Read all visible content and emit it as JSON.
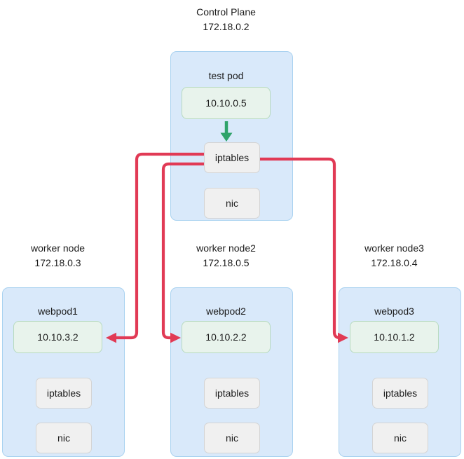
{
  "colors": {
    "node_fill": "#d9e9fa",
    "node_border": "#a9d2f0",
    "ip_fill": "#e8f3ec",
    "ip_border": "#b7dabf",
    "component_fill": "#f0f0f0",
    "component_border": "#d4d4d4",
    "flow_line_red": "#e13a55",
    "pod_arrow_green": "#2fa36a",
    "text": "#1c1c1c"
  },
  "control_plane": {
    "title": "Control Plane",
    "node_ip": "172.18.0.2",
    "pod": {
      "name": "test pod",
      "pod_ip": "10.10.0.5",
      "components": [
        "iptables",
        "nic"
      ]
    }
  },
  "workers": [
    {
      "title": "worker node",
      "node_ip": "172.18.0.3",
      "pod": {
        "name": "webpod1",
        "pod_ip": "10.10.3.2",
        "components": [
          "iptables",
          "nic"
        ]
      }
    },
    {
      "title": "worker node2",
      "node_ip": "172.18.0.5",
      "pod": {
        "name": "webpod2",
        "pod_ip": "10.10.2.2",
        "components": [
          "iptables",
          "nic"
        ]
      }
    },
    {
      "title": "worker node3",
      "node_ip": "172.18.0.4",
      "pod": {
        "name": "webpod3",
        "pod_ip": "10.10.1.2",
        "components": [
          "iptables",
          "nic"
        ]
      }
    }
  ],
  "connections": [
    {
      "from": "test pod 10.10.0.5",
      "to": "test pod iptables",
      "style": "green-arrow-down"
    },
    {
      "from": "test pod iptables",
      "to": "webpod1 10.10.3.2",
      "style": "red-flow"
    },
    {
      "from": "test pod iptables",
      "to": "webpod2 10.10.2.2",
      "style": "red-flow"
    },
    {
      "from": "test pod iptables",
      "to": "webpod3 10.10.1.2",
      "style": "red-flow"
    }
  ]
}
